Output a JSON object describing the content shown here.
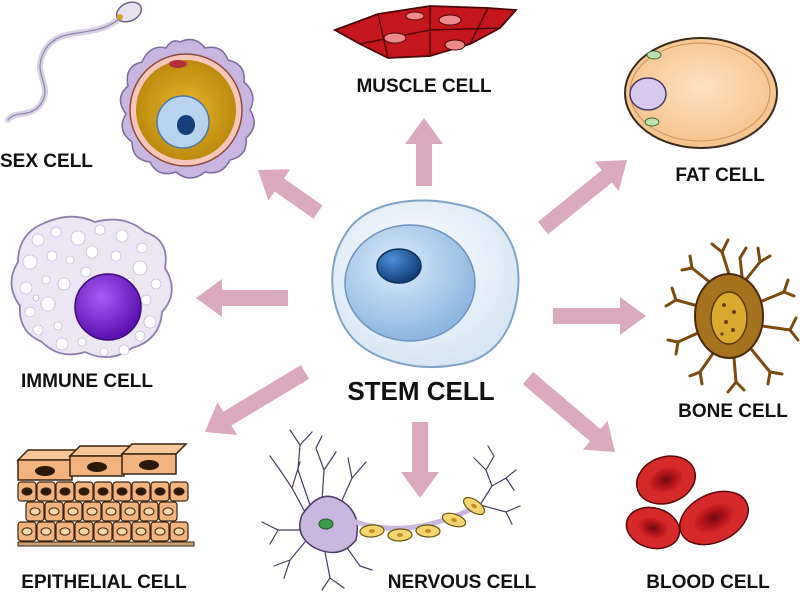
{
  "center": {
    "label": "STEM CELL"
  },
  "cells": [
    {
      "id": "sex",
      "label": "SEX CELL"
    },
    {
      "id": "muscle",
      "label": "MUSCLE CELL"
    },
    {
      "id": "fat",
      "label": "FAT CELL"
    },
    {
      "id": "immune",
      "label": "IMMUNE CELL"
    },
    {
      "id": "bone",
      "label": "BONE CELL"
    },
    {
      "id": "epithelial",
      "label": "EPITHELIAL CELL"
    },
    {
      "id": "nervous",
      "label": "NERVOUS CELL"
    },
    {
      "id": "blood",
      "label": "BLOOD CELL"
    }
  ],
  "colors": {
    "arrow": "#dba9bd",
    "label": "#111111",
    "stem_outer": "#e3eef7",
    "stem_inner": "#a8c8e8",
    "stem_nucleus": "#1d5fa8",
    "muscle": "#c4161c",
    "fat": "#fbd3a3",
    "immune_nucleus": "#7a1fd6",
    "bone": "#8a5a14",
    "blood": "#c0141c",
    "epithelial": "#f2b37f",
    "neuron": "#c9b7e0",
    "myelin": "#f3d670"
  }
}
